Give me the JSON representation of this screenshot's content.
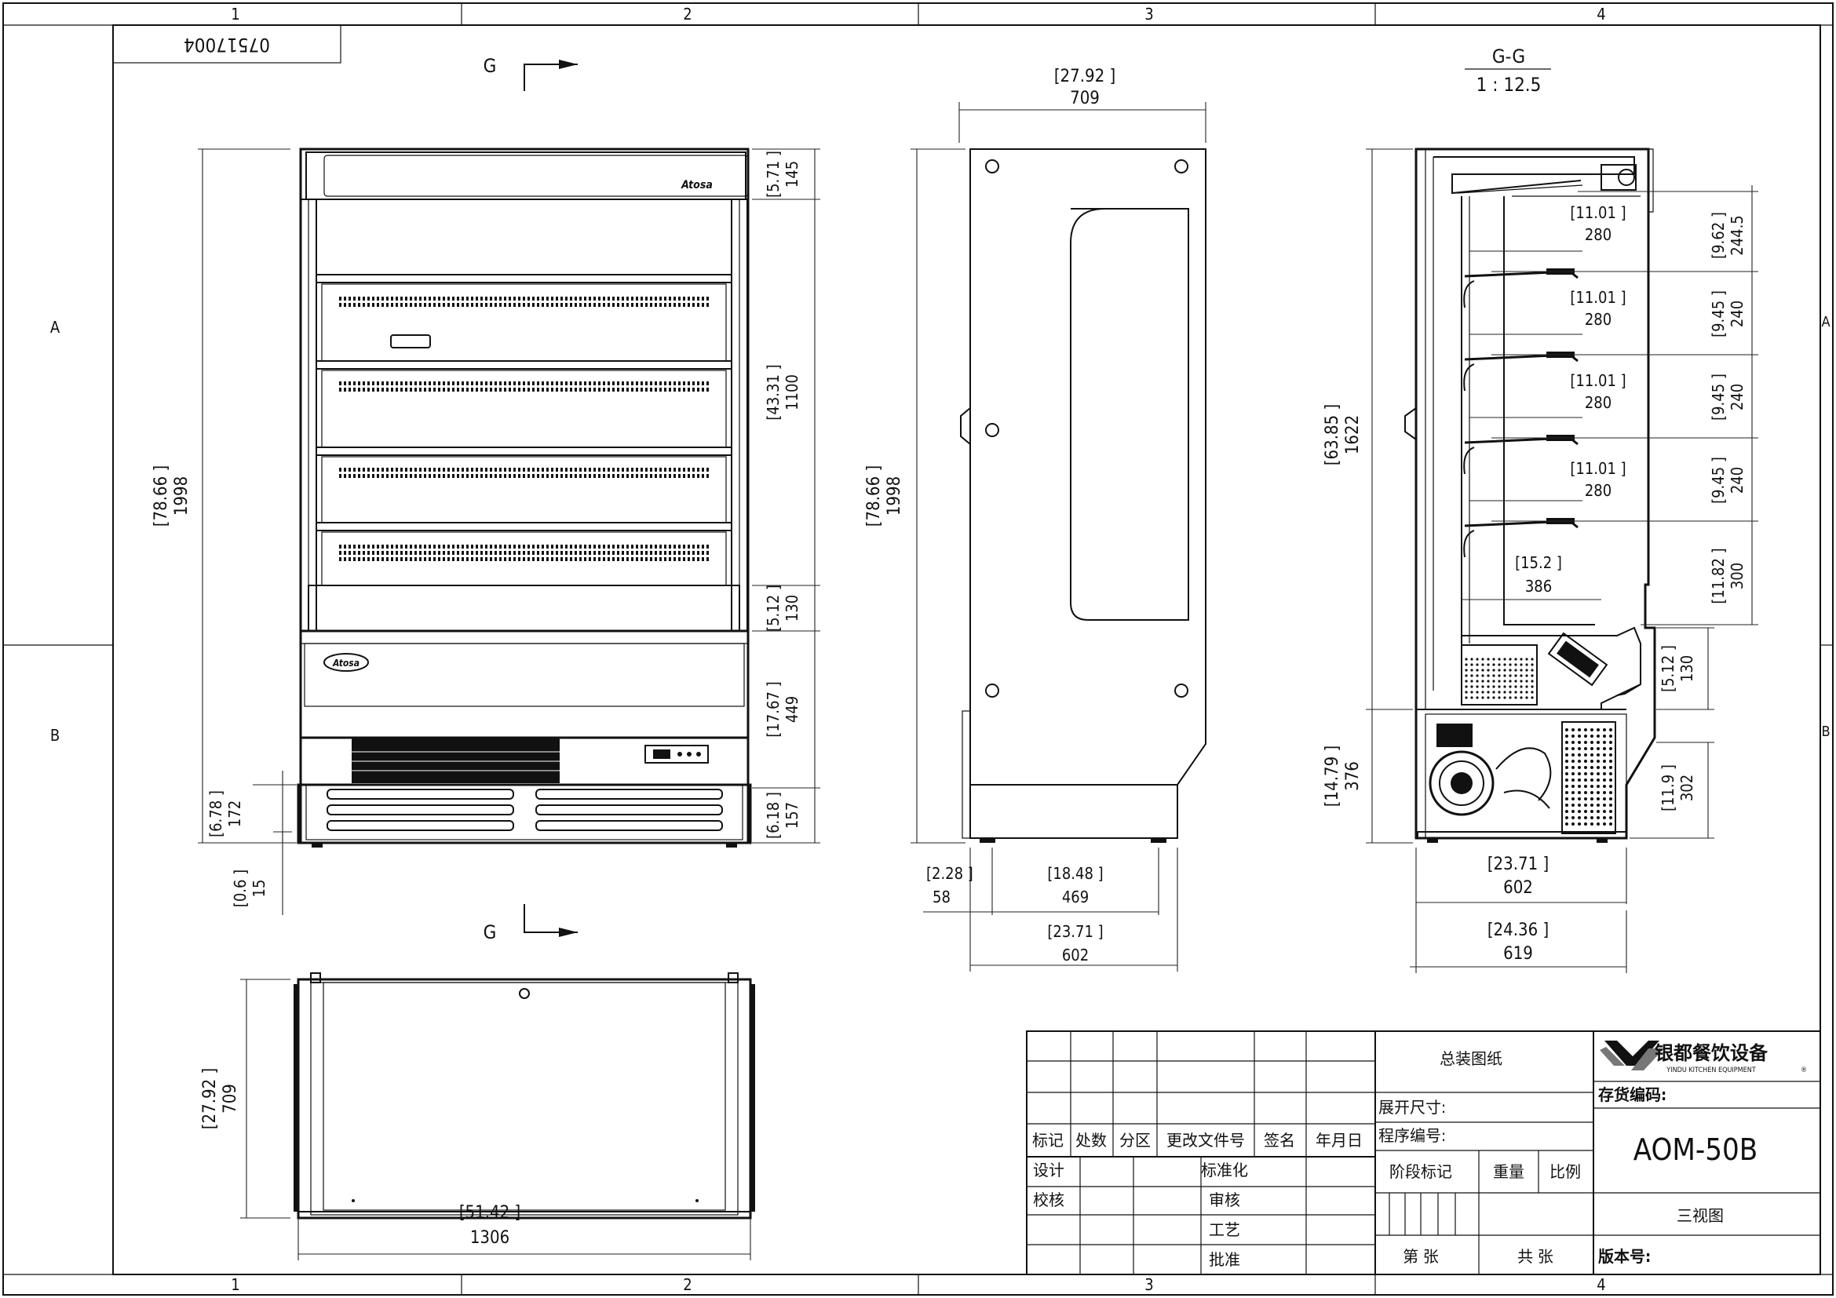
{
  "sheet": {
    "drawing_number": "07517004",
    "zone_columns": [
      "1",
      "2",
      "3",
      "4"
    ],
    "zone_rows": [
      "A",
      "B"
    ]
  },
  "section_marks": {
    "letter": "G",
    "section_title": "G-G",
    "section_scale": "1 : 12.5"
  },
  "front_view": {
    "brand": "Atosa",
    "dims": {
      "overall_height": {
        "inch": "[78.66 ]",
        "mm": "1998"
      },
      "canopy": {
        "inch": "[5.71 ]",
        "mm": "145"
      },
      "shelf_zone": {
        "inch": "[43.31 ]",
        "mm": "1100"
      },
      "deck": {
        "inch": "[5.12 ]",
        "mm": "130"
      },
      "lower_panel": {
        "inch": "[17.67 ]",
        "mm": "449"
      },
      "base_right": {
        "inch": "[6.18 ]",
        "mm": "157"
      },
      "base_left": {
        "inch": "[6.78 ]",
        "mm": "172"
      },
      "foot": {
        "inch": "[0.6 ]",
        "mm": "15"
      }
    }
  },
  "side_view": {
    "dims": {
      "depth_top": {
        "inch": "[27.92 ]",
        "mm": "709"
      },
      "height": {
        "inch": "[78.66 ]",
        "mm": "1998"
      },
      "foot_offset": {
        "inch": "[2.28 ]",
        "mm": "58"
      },
      "foot_span": {
        "inch": "[18.48 ]",
        "mm": "469"
      },
      "base_depth": {
        "inch": "[23.71 ]",
        "mm": "602"
      }
    }
  },
  "section_view": {
    "dims": {
      "shelf_depths": [
        {
          "inch": "[11.01 ]",
          "mm": "280"
        },
        {
          "inch": "[11.01 ]",
          "mm": "280"
        },
        {
          "inch": "[11.01 ]",
          "mm": "280"
        },
        {
          "inch": "[11.01 ]",
          "mm": "280"
        }
      ],
      "pitch_top": {
        "inch": "[9.62 ]",
        "mm": "244.5"
      },
      "pitches": [
        {
          "inch": "[9.45 ]",
          "mm": "240"
        },
        {
          "inch": "[9.45 ]",
          "mm": "240"
        },
        {
          "inch": "[9.45 ]",
          "mm": "240"
        }
      ],
      "deck_height": {
        "inch": "[11.82 ]",
        "mm": "300"
      },
      "deck_depth": {
        "inch": "[15.2 ]",
        "mm": "386"
      },
      "cabinet_height": {
        "inch": "[63.85 ]",
        "mm": "1622"
      },
      "evap": {
        "inch": "[5.12 ]",
        "mm": "130"
      },
      "condenser_height": {
        "inch": "[14.79 ]",
        "mm": "376"
      },
      "condenser_right": {
        "inch": "[11.9 ]",
        "mm": "302"
      },
      "base_depth": {
        "inch": "[23.71 ]",
        "mm": "602"
      },
      "overall_depth": {
        "inch": "[24.36 ]",
        "mm": "619"
      }
    }
  },
  "top_view": {
    "dims": {
      "depth": {
        "inch": "[27.92 ]",
        "mm": "709"
      },
      "width": {
        "inch": "[51.42 ]",
        "mm": "1306"
      }
    }
  },
  "title_block": {
    "drawing_type": "总装图纸",
    "company_cn": "银都餐饮设备",
    "company_en": "YINDU KITCHEN EQUIPMENT",
    "registered": "®",
    "stock_code_label": "存货编码:",
    "unfold_size_label": "展开尺寸:",
    "program_no_label": "程序编号:",
    "model": "AOM-50B",
    "view_name": "三视图",
    "stage_mark": "阶段标记",
    "weight": "重量",
    "scale": "比例",
    "sheet_no": "第  张",
    "sheet_total": "共  张",
    "version_label": "版本号:",
    "rev_headers": [
      "标记",
      "处数",
      "分区",
      "更改文件号",
      "签名",
      "年月日"
    ],
    "roles_left": [
      "设计",
      "校核"
    ],
    "roles_mid": [
      "标准化",
      "审核",
      "工艺",
      "批准"
    ]
  }
}
